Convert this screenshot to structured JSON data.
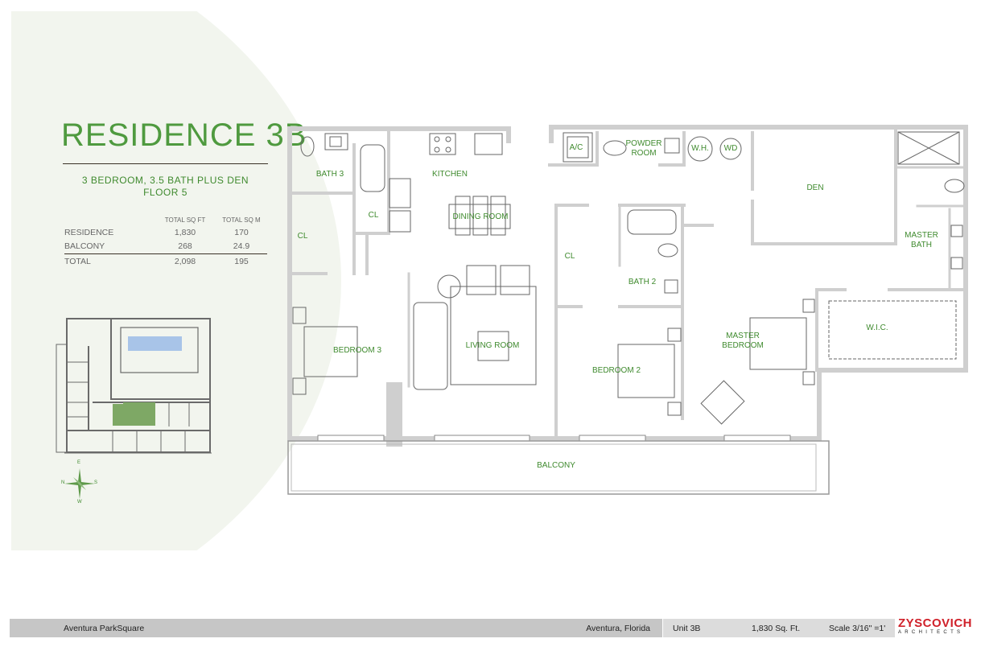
{
  "residence": {
    "title": "RESIDENCE 3B",
    "subtitle": "3 BEDROOM, 3.5 BATH PLUS DEN",
    "floor": "FLOOR 5"
  },
  "area_table": {
    "headers": [
      "",
      "TOTAL SQ FT",
      "TOTAL SQ M"
    ],
    "rows": [
      {
        "label": "RESIDENCE",
        "sqft": "1,830",
        "sqm": "170"
      },
      {
        "label": "BALCONY",
        "sqft": "268",
        "sqm": "24.9"
      }
    ],
    "total": {
      "label": "TOTAL",
      "sqft": "2,098",
      "sqm": "195"
    }
  },
  "compass": {
    "top": "E",
    "left": "N",
    "right": "S",
    "bottom": "W"
  },
  "rooms": {
    "bath3": "BATH 3",
    "kitchen": "KITCHEN",
    "dining": "DINING ROOM",
    "cl1": "CL",
    "cl2": "CL",
    "cl3": "CL",
    "bedroom3": "BEDROOM 3",
    "living": "LIVING ROOM",
    "ac": "A/C",
    "powder1": "POWDER",
    "powder2": "ROOM",
    "wh": "W.H.",
    "wd": "WD",
    "den": "DEN",
    "masterbath1": "MASTER",
    "masterbath2": "BATH",
    "bath2": "BATH 2",
    "bedroom2": "BEDROOM 2",
    "masterbed1": "MASTER",
    "masterbed2": "BEDROOM",
    "wic": "W.I.C.",
    "balcony": "BALCONY"
  },
  "colors": {
    "accent": "#3f8a2e",
    "wall": "#cfcfcf",
    "logo": "#d0212a"
  },
  "footer": {
    "project": "Aventura ParkSquare",
    "location": "Aventura, Florida",
    "unit": "Unit 3B",
    "area": "1,830 Sq. Ft.",
    "scale": "Scale 3/16\" =1'",
    "logo_name": "ZYSCOVICH",
    "logo_sub": "ARCHITECTS"
  }
}
